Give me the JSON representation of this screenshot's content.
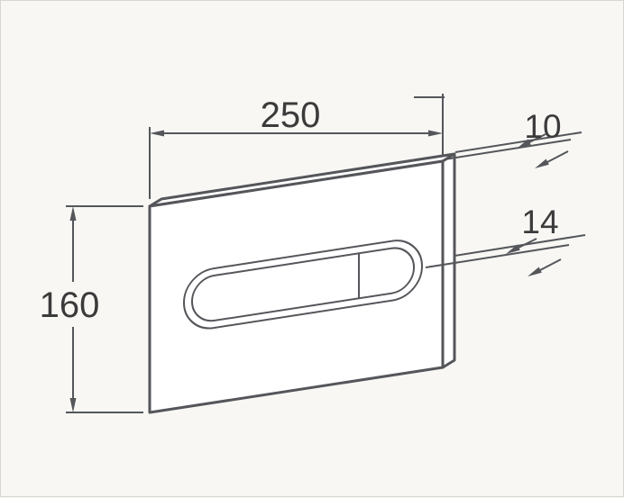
{
  "page": {
    "background": "#f8f7f4"
  },
  "drawing": {
    "subject": "flush-plate-dimension-drawing",
    "dimensions": {
      "width_mm": {
        "value": "250"
      },
      "height_mm": {
        "value": "160"
      },
      "plate_depth_mm": {
        "value": "10"
      },
      "button_depth_mm": {
        "value": "14"
      }
    },
    "colors": {
      "line": "#54565a",
      "text": "#3b3b3b",
      "plate_fill": "#ffffff",
      "background": "#f8f7f4"
    }
  }
}
